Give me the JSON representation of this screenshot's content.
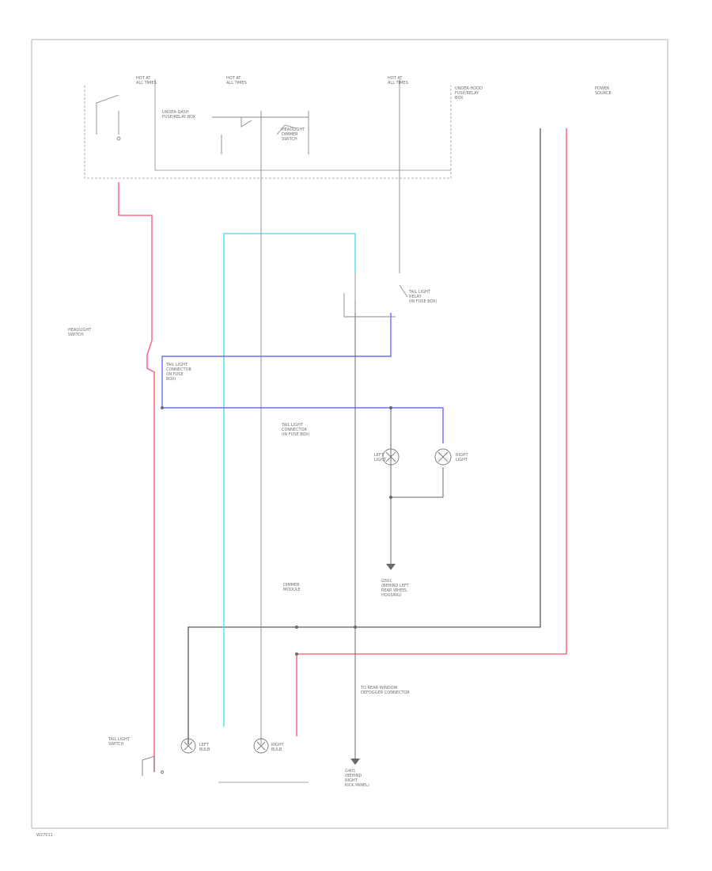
{
  "diagram": {
    "labels": {
      "fuse_left": [
        "HOT AT",
        "ALL TIMES"
      ],
      "fuse_mid": [
        "HOT AT",
        "ALL TIMES"
      ],
      "fuse_right": [
        "HOT AT",
        "ALL TIMES"
      ],
      "underdash_box": [
        "UNDER-DASH",
        "FUSE/RELAY BOX"
      ],
      "relay_box": [
        "UNDER-HOOD",
        "FUSE/RELAY",
        "BOX"
      ],
      "power_source": [
        "POWER",
        "SOURCE"
      ],
      "headlight_switch": [
        "HEADLIGHT",
        "SWITCH"
      ],
      "tail_light_connector_upper": [
        "TAIL LIGHT",
        "CONNECTOR",
        "(IN FUSE",
        "BOX)"
      ],
      "headlight_dimmer": [
        "HEADLIGHT",
        "DIMMER",
        "SWITCH"
      ],
      "tail_light_relay": [
        "TAIL LIGHT",
        "RELAY",
        "(IN FUSE BOX)"
      ],
      "tail_light_connector_lower": [
        "TAIL LIGHT",
        "CONNECTOR",
        "(IN FUSE BOX)"
      ],
      "left_light": [
        "LEFT",
        "LIGHT"
      ],
      "right_light": [
        "RIGHT",
        "LIGHT"
      ],
      "ground_mid": [
        "G501",
        "(BEHIND LEFT",
        "REAR WHEEL",
        "HOUSING)"
      ],
      "ground_bottom": [
        "G401",
        "(BEHIND",
        "RIGHT",
        "KICK PANEL)"
      ],
      "dimmer_module": [
        "DIMMER",
        "MODULE"
      ],
      "tail_switch": [
        "TAIL LIGHT",
        "SWITCH"
      ],
      "left_bulb": [
        "LEFT",
        "BULB"
      ],
      "right_bulb": [
        "RIGHT",
        "BULB"
      ],
      "ground_connector": [
        "TO REAR WINDOW",
        "DEFOGGER CONNECTOR"
      ]
    },
    "wire_colors": {
      "red": "#ff6e8c",
      "gray": "#5a5a5a",
      "cyan": "#5fe3f0",
      "blue": "#6b6bff",
      "black": "#2f2f2f"
    },
    "footer_code": "W27011"
  }
}
